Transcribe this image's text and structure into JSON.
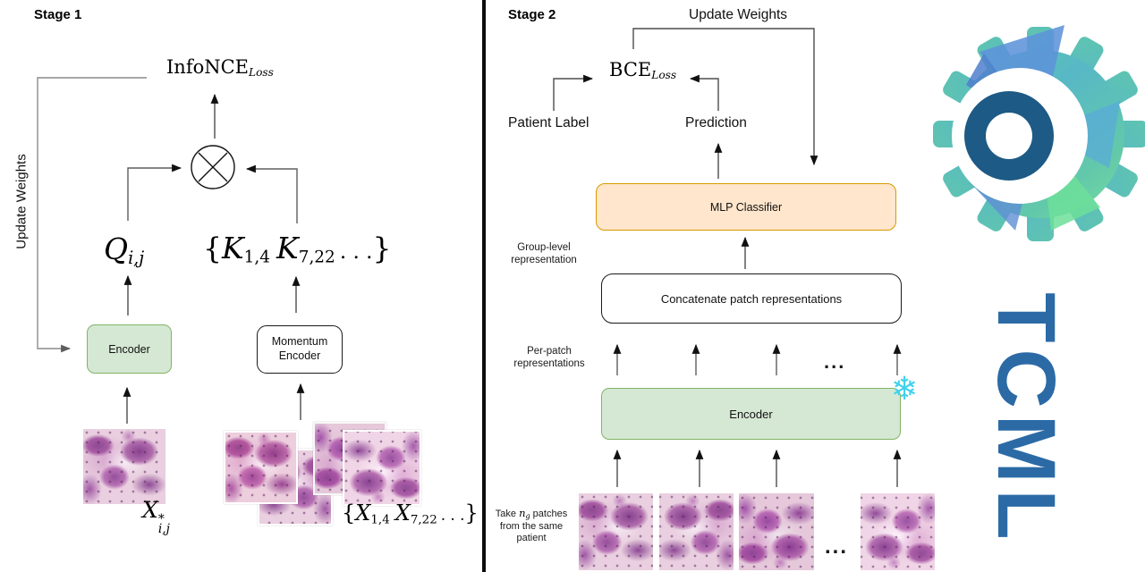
{
  "stage1": {
    "title": "Stage 1",
    "update_weights": "Update Weights",
    "loss": {
      "base": "InfoNCE",
      "sub": "Loss"
    },
    "q": {
      "base": "Q",
      "sub": "i,j"
    },
    "k_set": {
      "open": "{",
      "k1": "K",
      "k1_sub": "1,4",
      "k2": "K",
      "k2_sub": "7,22",
      "dots": ". . .",
      "close": "}"
    },
    "encoder_label": "Encoder",
    "momentum_line1": "Momentum",
    "momentum_line2": "Encoder",
    "x_star": {
      "base": "X",
      "sup": "*",
      "sub": "i,j"
    },
    "x_set": {
      "open": "{",
      "x1": "X",
      "x1_sub": "1,4",
      "x2": "X",
      "x2_sub": "7,22",
      "dots": ". . .",
      "close": "}"
    }
  },
  "stage2": {
    "title": "Stage 2",
    "update_weights": "Update Weights",
    "loss": {
      "base": "BCE",
      "sub": "Loss"
    },
    "patient_label": "Patient Label",
    "prediction": "Prediction",
    "mlp_label": "MLP Classifier",
    "group_level_line1": "Group-level",
    "group_level_line2": "representation",
    "concat_label": "Concatenate patch representations",
    "per_patch_line1": "Per-patch",
    "per_patch_line2": "representations",
    "encoder_label": "Encoder",
    "dots_mid": "...",
    "dots_patches": "...",
    "take_patches": {
      "t1": "Take ",
      "n": "n",
      "n_sub": "g",
      "t2": " patches",
      "line2": "from the same",
      "line3": "patient"
    }
  },
  "logo": {
    "text": "TCML"
  },
  "icons": {
    "snowflake": "❄",
    "multiply_circle": "otimes"
  },
  "colors": {
    "encoder_fill": "#d5e8d4",
    "encoder_border": "#82b366",
    "mlp_fill": "#ffe6cc",
    "mlp_border": "#d79b00",
    "snowflake": "#3fd2ee",
    "logo_blue": "#2c6aa6",
    "logo_ring": "#1d5a85",
    "logo_teal": "#57b8c6",
    "logo_green": "#82e8a0"
  }
}
